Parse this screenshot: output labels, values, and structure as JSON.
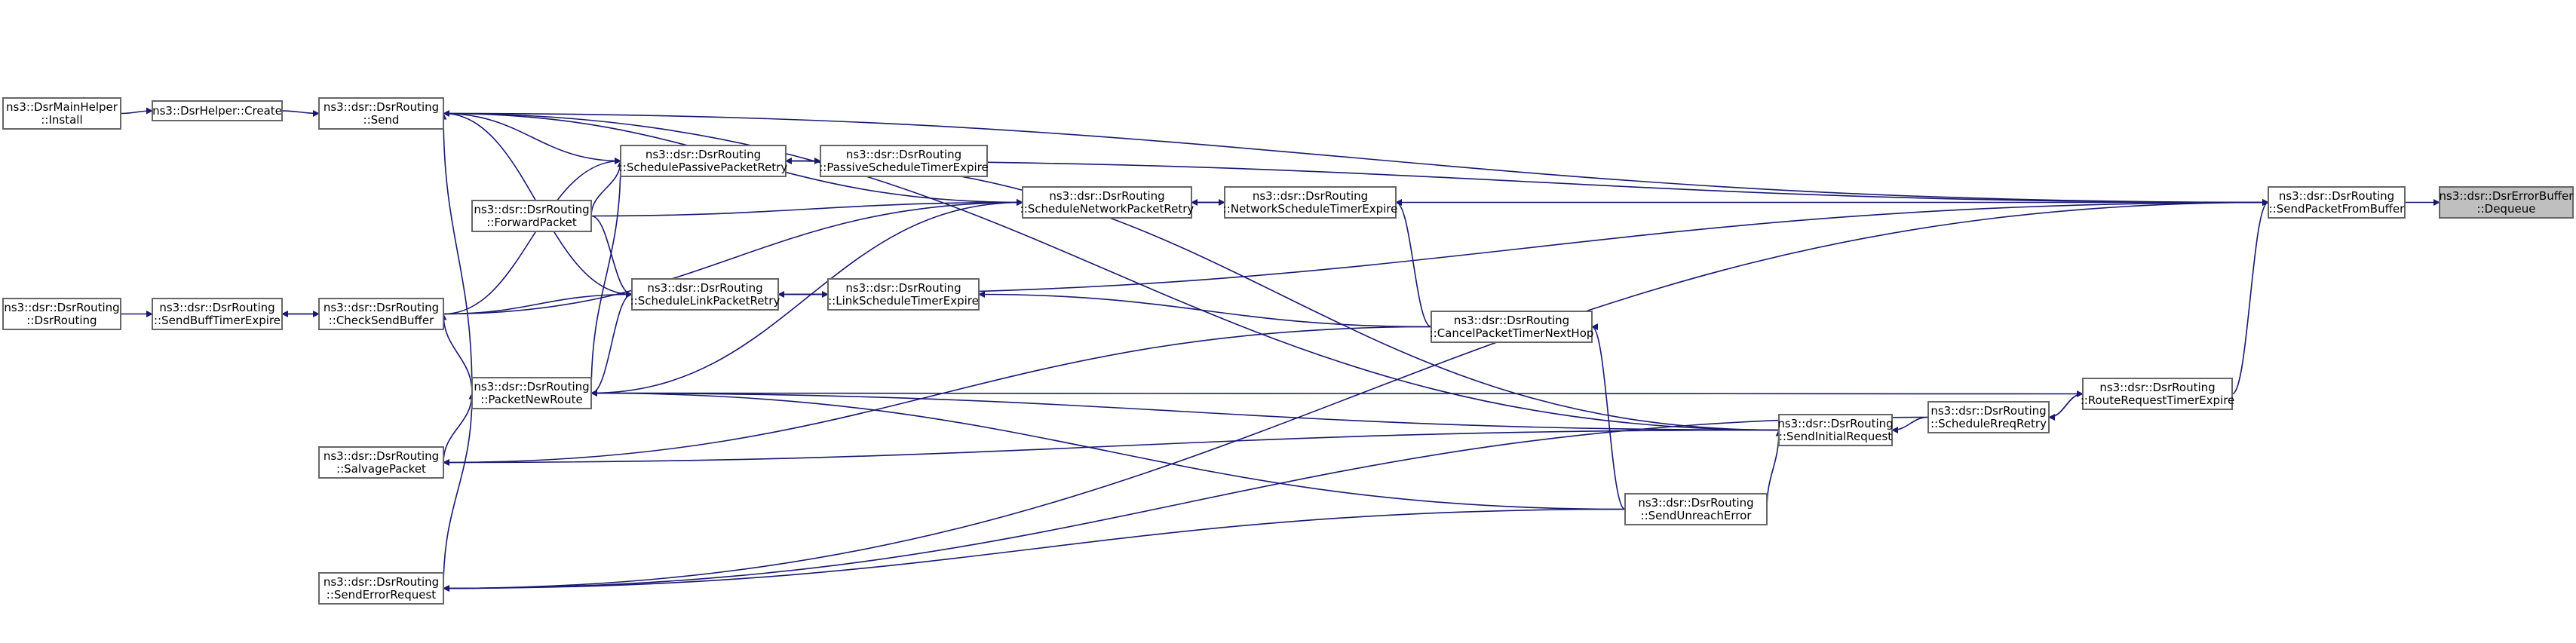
{
  "nodes": [
    {
      "id": "dequeue",
      "lines": [
        "ns3::dsr::DsrErrorBuffer",
        "::Dequeue"
      ],
      "highlight": true
    },
    {
      "id": "sendPacketFromBuffer",
      "lines": [
        "ns3::dsr::DsrRouting",
        "::SendPacketFromBuffer"
      ]
    },
    {
      "id": "scheduleNetworkPacketRetry",
      "lines": [
        "ns3::dsr::DsrRouting",
        "::ScheduleNetworkPacketRetry"
      ]
    },
    {
      "id": "networkScheduleTimerExpire",
      "lines": [
        "ns3::dsr::DsrRouting",
        "::NetworkScheduleTimerExpire"
      ]
    },
    {
      "id": "schedulePassivePacketRetry",
      "lines": [
        "ns3::dsr::DsrRouting",
        "::SchedulePassivePacketRetry"
      ]
    },
    {
      "id": "passiveScheduleTimerExpire",
      "lines": [
        "ns3::dsr::DsrRouting",
        "::PassiveScheduleTimerExpire"
      ]
    },
    {
      "id": "scheduleLinkPacketRetry",
      "lines": [
        "ns3::dsr::DsrRouting",
        "::ScheduleLinkPacketRetry"
      ]
    },
    {
      "id": "linkScheduleTimerExpire",
      "lines": [
        "ns3::dsr::DsrRouting",
        "::LinkScheduleTimerExpire"
      ]
    },
    {
      "id": "cancelPacketTimerNextHop",
      "lines": [
        "ns3::dsr::DsrRouting",
        "::CancelPacketTimerNextHop"
      ]
    },
    {
      "id": "send",
      "lines": [
        "ns3::dsr::DsrRouting",
        "::Send"
      ]
    },
    {
      "id": "forwardPacket",
      "lines": [
        "ns3::dsr::DsrRouting",
        "::ForwardPacket"
      ]
    },
    {
      "id": "checkSendBuffer",
      "lines": [
        "ns3::dsr::DsrRouting",
        "::CheckSendBuffer"
      ]
    },
    {
      "id": "packetNewRoute",
      "lines": [
        "ns3::dsr::DsrRouting",
        "::PacketNewRoute"
      ]
    },
    {
      "id": "salvagePacket",
      "lines": [
        "ns3::dsr::DsrRouting",
        "::SalvagePacket"
      ]
    },
    {
      "id": "sendErrorRequest",
      "lines": [
        "ns3::dsr::DsrRouting",
        "::SendErrorRequest"
      ]
    },
    {
      "id": "sendUnreachError",
      "lines": [
        "ns3::dsr::DsrRouting",
        "::SendUnreachError"
      ]
    },
    {
      "id": "sendInitialRequest",
      "lines": [
        "ns3::dsr::DsrRouting",
        "::SendInitialRequest"
      ]
    },
    {
      "id": "scheduleRreqRetry",
      "lines": [
        "ns3::dsr::DsrRouting",
        "::ScheduleRreqRetry"
      ]
    },
    {
      "id": "routeRequestTimerExpire",
      "lines": [
        "ns3::dsr::DsrRouting",
        "::RouteRequestTimerExpire"
      ]
    },
    {
      "id": "sendBuffTimerExpire",
      "lines": [
        "ns3::dsr::DsrRouting",
        "::SendBuffTimerExpire"
      ]
    },
    {
      "id": "dsrRouting",
      "lines": [
        "ns3::dsr::DsrRouting",
        "::DsrRouting"
      ]
    },
    {
      "id": "create",
      "lines": [
        "ns3::DsrHelper::Create"
      ]
    },
    {
      "id": "install",
      "lines": [
        "ns3::DsrMainHelper",
        "::Install"
      ]
    }
  ],
  "edges": [
    {
      "from": "sendPacketFromBuffer",
      "to": "dequeue"
    },
    {
      "from": "scheduleNetworkPacketRetry",
      "to": "sendPacketFromBuffer"
    },
    {
      "from": "networkScheduleTimerExpire",
      "to": "scheduleNetworkPacketRetry"
    },
    {
      "from": "scheduleNetworkPacketRetry",
      "to": "networkScheduleTimerExpire"
    },
    {
      "from": "schedulePassivePacketRetry",
      "to": "sendPacketFromBuffer"
    },
    {
      "from": "passiveScheduleTimerExpire",
      "to": "schedulePassivePacketRetry"
    },
    {
      "from": "schedulePassivePacketRetry",
      "to": "passiveScheduleTimerExpire"
    },
    {
      "from": "scheduleLinkPacketRetry",
      "to": "sendPacketFromBuffer"
    },
    {
      "from": "linkScheduleTimerExpire",
      "to": "scheduleLinkPacketRetry"
    },
    {
      "from": "scheduleLinkPacketRetry",
      "to": "linkScheduleTimerExpire"
    },
    {
      "from": "send",
      "to": "sendPacketFromBuffer"
    },
    {
      "from": "send",
      "to": "schedulePassivePacketRetry"
    },
    {
      "from": "send",
      "to": "scheduleNetworkPacketRetry"
    },
    {
      "from": "send",
      "to": "scheduleLinkPacketRetry"
    },
    {
      "from": "create",
      "to": "send"
    },
    {
      "from": "install",
      "to": "create"
    },
    {
      "from": "forwardPacket",
      "to": "schedulePassivePacketRetry"
    },
    {
      "from": "forwardPacket",
      "to": "scheduleNetworkPacketRetry"
    },
    {
      "from": "forwardPacket",
      "to": "scheduleLinkPacketRetry"
    },
    {
      "from": "checkSendBuffer",
      "to": "schedulePassivePacketRetry"
    },
    {
      "from": "checkSendBuffer",
      "to": "scheduleLinkPacketRetry"
    },
    {
      "from": "checkSendBuffer",
      "to": "scheduleNetworkPacketRetry"
    },
    {
      "from": "checkSendBuffer",
      "to": "sendBuffTimerExpire"
    },
    {
      "from": "sendBuffTimerExpire",
      "to": "checkSendBuffer"
    },
    {
      "from": "dsrRouting",
      "to": "sendBuffTimerExpire"
    },
    {
      "from": "packetNewRoute",
      "to": "schedulePassivePacketRetry"
    },
    {
      "from": "packetNewRoute",
      "to": "scheduleLinkPacketRetry"
    },
    {
      "from": "packetNewRoute",
      "to": "scheduleNetworkPacketRetry"
    },
    {
      "from": "packetNewRoute",
      "to": "send"
    },
    {
      "from": "packetNewRoute",
      "to": "checkSendBuffer"
    },
    {
      "from": "salvagePacket",
      "to": "packetNewRoute"
    },
    {
      "from": "sendErrorRequest",
      "to": "packetNewRoute"
    },
    {
      "from": "sendErrorRequest",
      "to": "sendPacketFromBuffer"
    },
    {
      "from": "sendUnreachError",
      "to": "packetNewRoute"
    },
    {
      "from": "sendUnreachError",
      "to": "sendErrorRequest"
    },
    {
      "from": "sendUnreachError",
      "to": "cancelPacketTimerNextHop"
    },
    {
      "from": "sendUnreachError",
      "to": "sendInitialRequest"
    },
    {
      "from": "cancelPacketTimerNextHop",
      "to": "networkScheduleTimerExpire"
    },
    {
      "from": "cancelPacketTimerNextHop",
      "to": "linkScheduleTimerExpire"
    },
    {
      "from": "cancelPacketTimerNextHop",
      "to": "salvagePacket"
    },
    {
      "from": "sendInitialRequest",
      "to": "packetNewRoute"
    },
    {
      "from": "sendInitialRequest",
      "to": "salvagePacket"
    },
    {
      "from": "sendInitialRequest",
      "to": "send"
    },
    {
      "from": "sendInitialRequest",
      "to": "schedulePassivePacketRetry"
    },
    {
      "from": "scheduleRreqRetry",
      "to": "sendInitialRequest"
    },
    {
      "from": "scheduleRreqRetry",
      "to": "routeRequestTimerExpire"
    },
    {
      "from": "scheduleRreqRetry",
      "to": "sendErrorRequest"
    },
    {
      "from": "routeRequestTimerExpire",
      "to": "scheduleRreqRetry"
    },
    {
      "from": "routeRequestTimerExpire",
      "to": "sendPacketFromBuffer"
    },
    {
      "from": "routeRequestTimerExpire",
      "to": "packetNewRoute"
    }
  ]
}
